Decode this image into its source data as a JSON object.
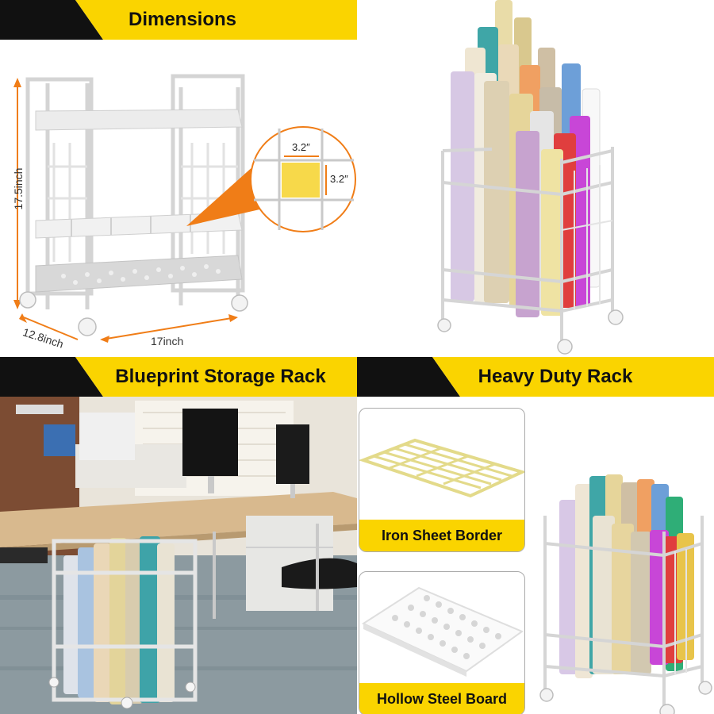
{
  "panels": {
    "dimensions": {
      "banner": "Dimensions",
      "height_label": "17.5inch",
      "depth_label": "12.8inch",
      "width_label": "17inch",
      "grid_w_label": "3.2″",
      "grid_h_label": "3.2″"
    },
    "product": {},
    "office": {
      "banner": "Blueprint Storage Rack"
    },
    "heavy_duty": {
      "banner": "Heavy Duty Rack",
      "border_label": "Iron Sheet Border",
      "board_label": "Hollow Steel Board"
    }
  },
  "colors": {
    "banner_yellow": "#fad400",
    "banner_black": "#111111",
    "dimension_orange": "#f07d17",
    "grid_highlight": "#f7d94a"
  },
  "icons": [
    "arrow-icon",
    "zoom-callout-icon"
  ]
}
